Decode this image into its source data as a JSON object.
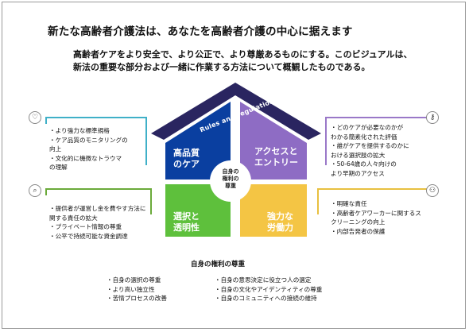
{
  "title": "新たな高齢者介護法は、あなたを高齢者介護の中心に据えます",
  "subtitle_line1": "高齢者ケアをより安全で、より公正で、より尊厳あるものにする。このビジュアルは、",
  "subtitle_line2": "新法の重要な部分および一緒に作業する方法について概観したものである。",
  "roof_label": "Rules and regulations",
  "center_label": [
    "自身の",
    "権利の",
    "尊重"
  ],
  "quadrants": {
    "top_left": {
      "label_line1": "高品質",
      "label_line2": "のケア",
      "color": "#0a3fa0"
    },
    "top_right": {
      "label_line1": "アクセスと",
      "label_line2": "エントリー",
      "color": "#8e6cc4"
    },
    "bottom_left": {
      "label_line1": "選択と",
      "label_line2": "透明性",
      "color": "#5ec03c"
    },
    "bottom_right": {
      "label_line1": "強力な",
      "label_line2": "労働力",
      "color": "#f4c544"
    }
  },
  "roof_color": "#2a2560",
  "line_colors": {
    "top_left": "#3fb0c8",
    "top_right": "#9a78c8",
    "bottom_left": "#6aaa3a",
    "bottom_right": "#e8c040"
  },
  "icons": {
    "top_left": "heart-icon",
    "top_right": "key-icon",
    "bottom_left": "magnifier-icon",
    "bottom_right": "person-icon"
  },
  "lists": {
    "top_left": [
      "・より強力な標準規格",
      "・ケア品質のモニタリングの",
      "  向上",
      "・文化的に機微なトラウマ",
      "  の理解"
    ],
    "top_right": [
      "・どのケアが必要なのかが",
      "  わかる簡素化された評価",
      "・誰がケアを提供するのかに",
      "  おける選択肢の拡大",
      "・50-64歳の人々向けの",
      "  より早期のアクセス"
    ],
    "bottom_left": [
      "・提供者が運営し金を費やす方法に",
      "  関する責任の拡大",
      "・プライベート情報の尊重",
      "・公平で持続可能な資金調達"
    ],
    "bottom_right": [
      "・明確な責任",
      "・高齢者ケアワーカーに関するス",
      "  クリーニングの向上",
      "・内部告発者の保護"
    ]
  },
  "footer": {
    "title": "自身の権利の尊重",
    "left": [
      "・自身の選択の尊重",
      "・より高い独立性",
      "・苦情プロセスの改善"
    ],
    "right": [
      "・自身の意思決定に役立つ人の選定",
      "・自身の文化やアイデンティティの尊重",
      "・自身のコミュニティへの接続の維持"
    ]
  }
}
